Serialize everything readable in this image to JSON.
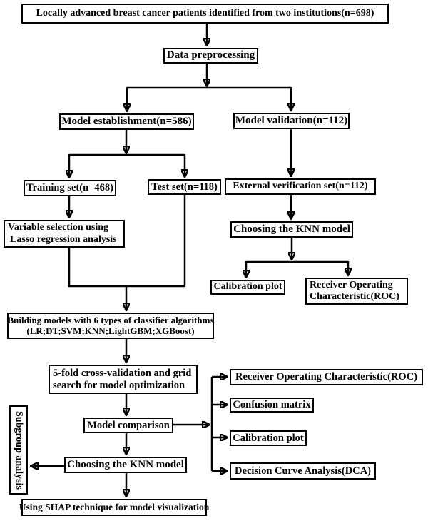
{
  "diagram": {
    "title": "Study flowchart",
    "colors": {
      "background": "#ffffff",
      "box_border": "#000000",
      "box_fill": "#ffffff",
      "text": "#000000",
      "arrow": "#000000"
    },
    "boxes": {
      "top": {
        "label": "Locally advanced breast cancer patients identified from two institutions(n=698)"
      },
      "preprocessing": {
        "label": "Data preprocessing"
      },
      "establishment": {
        "label": "Model establishment(n=586)"
      },
      "validation": {
        "label": "Model validation(n=112)"
      },
      "training": {
        "label": "Training set(n=468)"
      },
      "test": {
        "label": "Test set(n=118)"
      },
      "external": {
        "label": "External verification set(n=112)"
      },
      "variable_selection": {
        "line1": "Variable selection using",
        "line2": "Lasso regression analysis"
      },
      "choosing_knn_validation": {
        "label": "Choosing the KNN model"
      },
      "calibration_validation": {
        "label": "Calibration plot"
      },
      "roc_validation": {
        "line1": "Receiver Operating",
        "line2": "Characteristic(ROC)"
      },
      "building": {
        "line1": "Building models with 6 types of classifier algorithms",
        "line2": "(LR;DT;SVM;KNN;LightGBM;XGBoost)"
      },
      "cross_validation": {
        "line1": "5-fold cross-validation and grid",
        "line2": "search for model optimization"
      },
      "model_comparison": {
        "label": "Model comparison"
      },
      "choosing_knn_final": {
        "label": "Choosing the KNN model"
      },
      "subgroup": {
        "label": "Subgroup analysis"
      },
      "roc_final": {
        "label": "Receiver Operating Characteristic(ROC)"
      },
      "confusion": {
        "label": "Confusion matrix"
      },
      "calibration_final": {
        "label": "Calibration plot"
      },
      "dca": {
        "label": "Decision Curve Analysis(DCA)"
      },
      "shap": {
        "label": "Using SHAP technique for model visualization"
      }
    }
  }
}
